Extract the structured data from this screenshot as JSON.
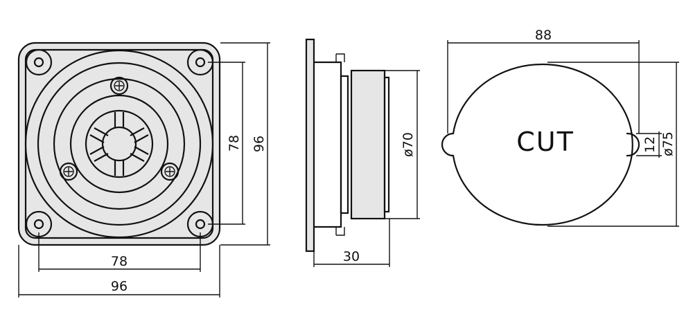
{
  "front_view": {
    "dim_hole_spacing_vertical": "78",
    "dim_overall_vertical": "96",
    "dim_hole_spacing_horizontal": "78",
    "dim_overall_horizontal": "96"
  },
  "side_view": {
    "dim_diameter": "ø70",
    "dim_depth": "30"
  },
  "cutout_view": {
    "dim_width": "88",
    "dim_diameter": "ø75",
    "dim_notch": "12",
    "label": "CUT"
  }
}
